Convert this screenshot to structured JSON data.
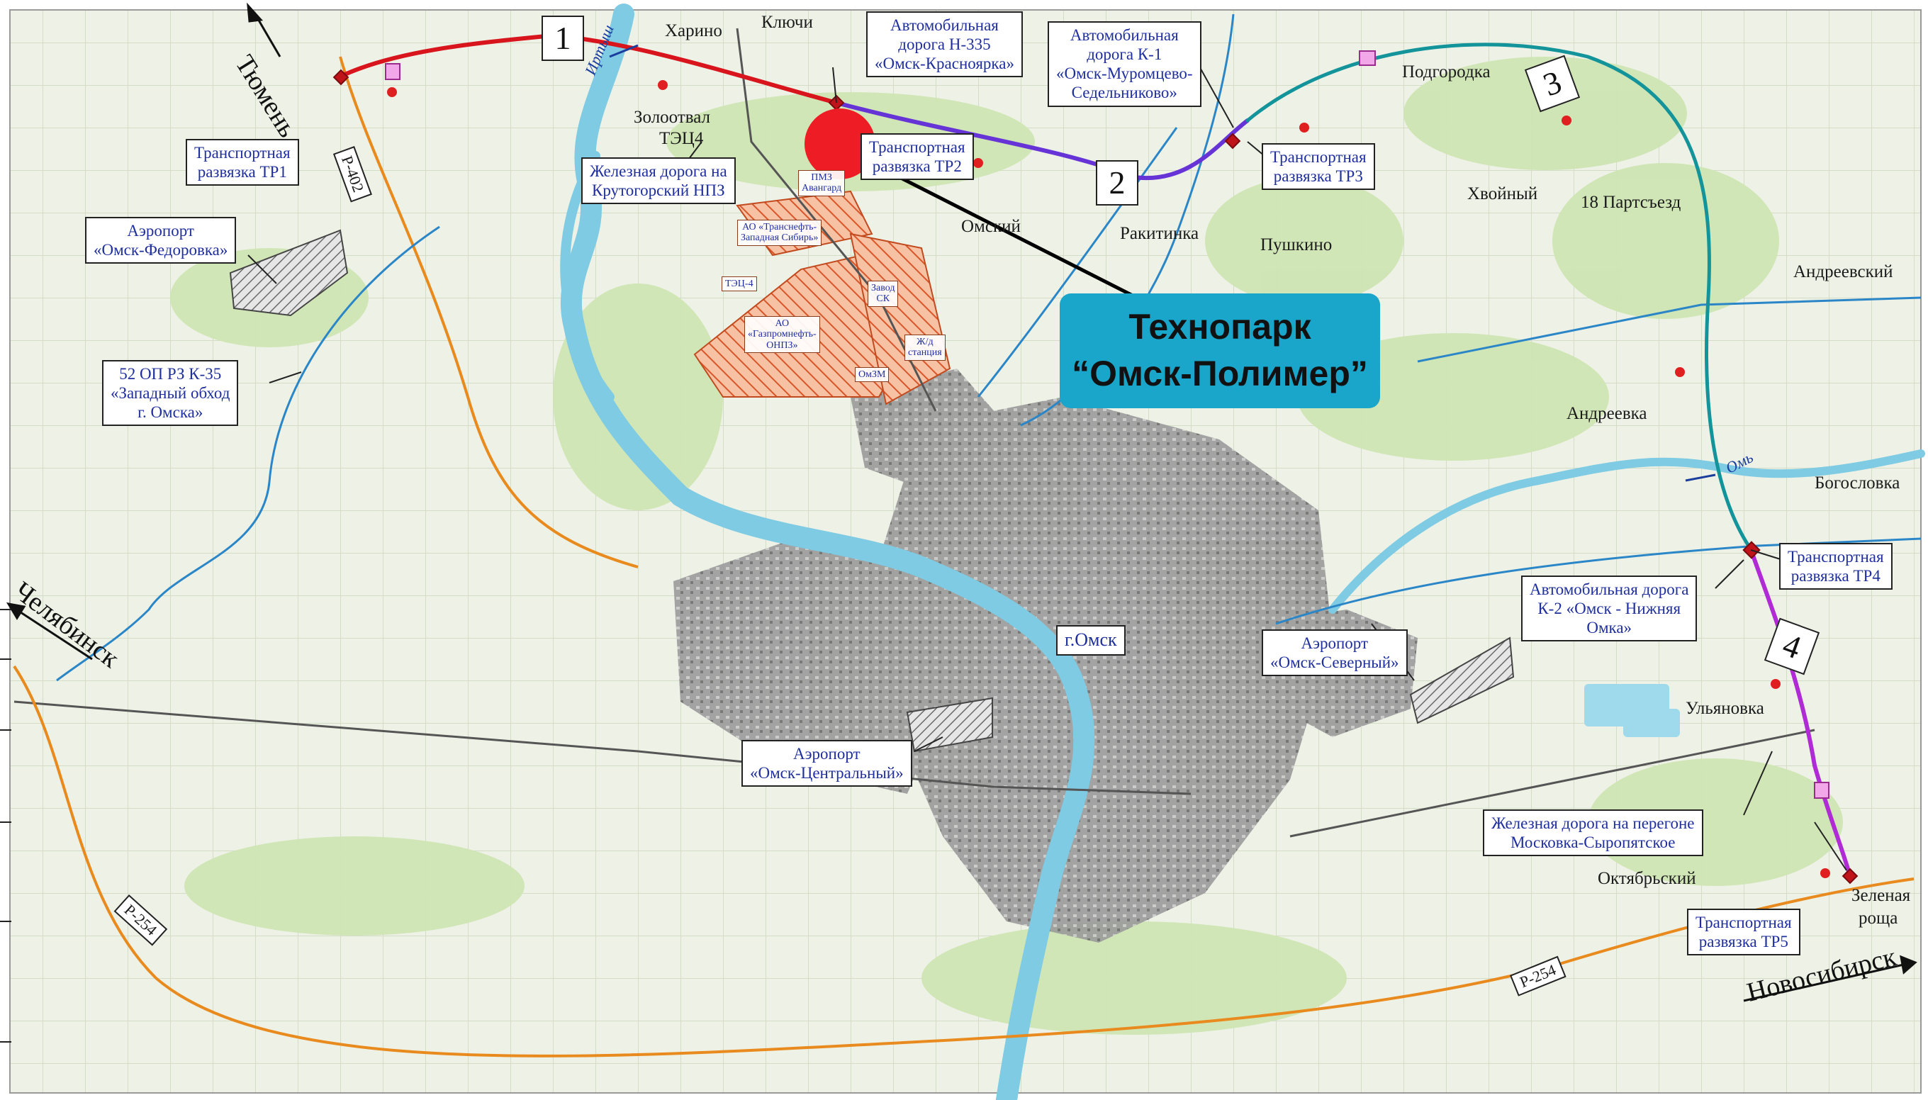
{
  "colors": {
    "segment1": "#d8141d",
    "segment2": "#6533d6",
    "segment3": "#13939a",
    "segment4": "#b02bd6",
    "federal_road": "#e88a1d",
    "highway_blue": "#2b86c8",
    "river": "#7fcbe3",
    "city": "#7d7d7d",
    "marker": "#ee1c24",
    "callout_bg": "#1aa5cb",
    "box_text": "#1f2f9e"
  },
  "callout": {
    "line1": "Технопарк",
    "line2": "“Омск-Полимер”"
  },
  "directions": {
    "tyumen": "Тюмень",
    "chelyabinsk": "Челябинск",
    "novosibirsk": "Новосибирск"
  },
  "segments": [
    "1",
    "2",
    "3",
    "4"
  ],
  "roads": {
    "r402": "Р-402",
    "r254_west": "Р-254",
    "r254_east": "Р-254"
  },
  "rivers": {
    "irtysh": "Иртыш",
    "om": "Омь"
  },
  "places": {
    "kharino": "Харино",
    "klyuchi": "Ключи",
    "zolotoval_1": "Золоотвал",
    "zolotoval_2": "ТЭЦ4",
    "omsky": "Омский",
    "rakitinka": "Ракитинка",
    "pushkino": "Пушкино",
    "podgorodka": "Подгородка",
    "khvoyny": "Хвойный",
    "partsyezd": "18 Партсъезд",
    "andreevsky": "Андреевский",
    "andreevka": "Андреевка",
    "bogoslovka": "Богословка",
    "ulyanovka": "Ульяновка",
    "oktyabrsky": "Октябрьский",
    "zelenaya_1": "Зеленая",
    "zelenaya_2": "роща"
  },
  "boxes": {
    "tr1": [
      "Транспортная",
      "развязка ТР1"
    ],
    "tr2": [
      "Транспортная",
      "развязка ТР2"
    ],
    "tr3": [
      "Транспортная",
      "развязка ТР3"
    ],
    "tr4": [
      "Транспортная",
      "развязка ТР4"
    ],
    "tr5": [
      "Транспортная",
      "развязка ТР5"
    ],
    "h335": [
      "Автомобильная",
      "дорога Н-335",
      "«Омск-Красноярка»"
    ],
    "k1": [
      "Автомобильная",
      "дорога К-1",
      "«Омск-Муромцево-",
      "Седельниково»"
    ],
    "rail_npz": [
      "Железная дорога на",
      "Крутогорский НПЗ"
    ],
    "airport_fedorovka": [
      "Аэропорт",
      "«Омск-Федоровка»"
    ],
    "k35": [
      "52 ОП РЗ К-35",
      "«Западный обход",
      "г. Омска»"
    ],
    "omsk": [
      "г.Омск"
    ],
    "airport_severny": [
      "Аэропорт",
      "«Омск-Северный»"
    ],
    "airport_central": [
      "Аэропорт",
      "«Омск-Центральный»"
    ],
    "k2": [
      "Автомобильная дорога",
      "К-2 «Омск - Нижняя",
      "Омка»"
    ],
    "rail_moskovka": [
      "Железная дорога на перегоне",
      "Московка-Сыропятское"
    ]
  },
  "industrial": {
    "pmz": [
      "ПМЗ",
      "Авангард"
    ],
    "transneft": [
      "АО «Транснефть-",
      "Западная Сибирь»"
    ],
    "tec4": [
      "ТЭЦ-4"
    ],
    "zavod_sk": [
      "Завод",
      "СК"
    ],
    "gazprom": [
      "АО",
      "«Газпромнефть-",
      "ОНПЗ»"
    ],
    "zhd": [
      "Ж/д",
      "станция"
    ],
    "omzm": [
      "ОмЗМ"
    ]
  }
}
